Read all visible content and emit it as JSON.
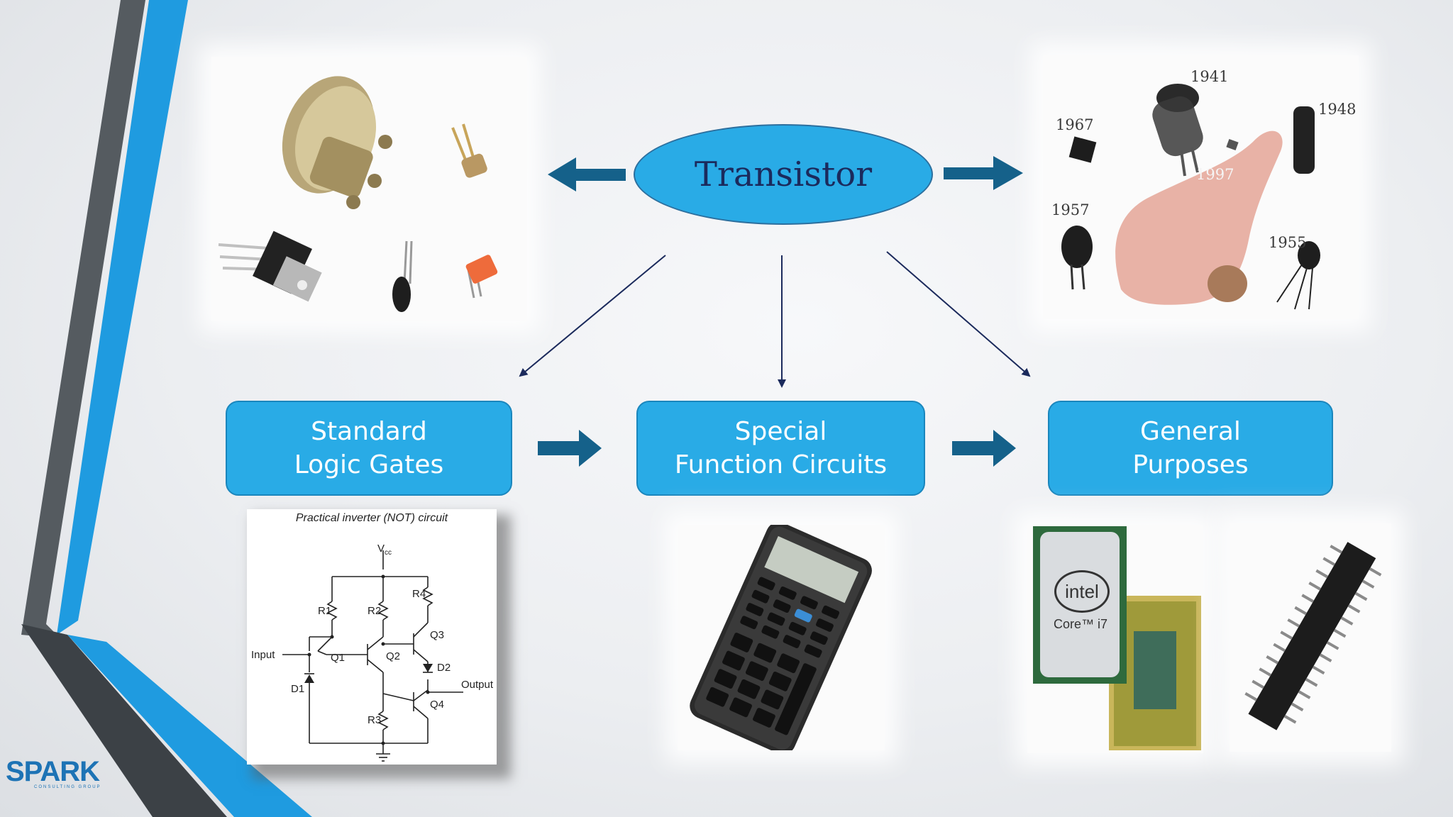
{
  "diagram": {
    "central_node": "Transistor",
    "categories": [
      {
        "line1": "Standard",
        "line2": "Logic Gates"
      },
      {
        "line1": "Special",
        "line2": "Function Circuits"
      },
      {
        "line1": "General",
        "line2": "Purposes"
      }
    ]
  },
  "history_photo": {
    "years": [
      "1941",
      "1948",
      "1967",
      "1997",
      "1957",
      "1955"
    ]
  },
  "circuit_image": {
    "title": "Practical inverter (NOT) circuit",
    "vcc": "V",
    "vcc_sub": "cc",
    "input": "Input",
    "output": "Output",
    "components": [
      "R1",
      "R2",
      "R4",
      "R3",
      "Q1",
      "Q2",
      "Q3",
      "Q4",
      "D1",
      "D2"
    ]
  },
  "cpu_image": {
    "brand": "intel",
    "model": "Core™ i7"
  },
  "logo": {
    "text": "SPARK",
    "tagline": "CONSULTING GROUP"
  },
  "colors": {
    "box_fill": "#29abe6",
    "ellipse_fill": "#29abe6",
    "title_text": "#1b2a5c",
    "arrow": "#15618a",
    "connector": "#1b2a5c",
    "stripe_blue": "#1f9be0",
    "stripe_dark": "#4a4a4a"
  }
}
